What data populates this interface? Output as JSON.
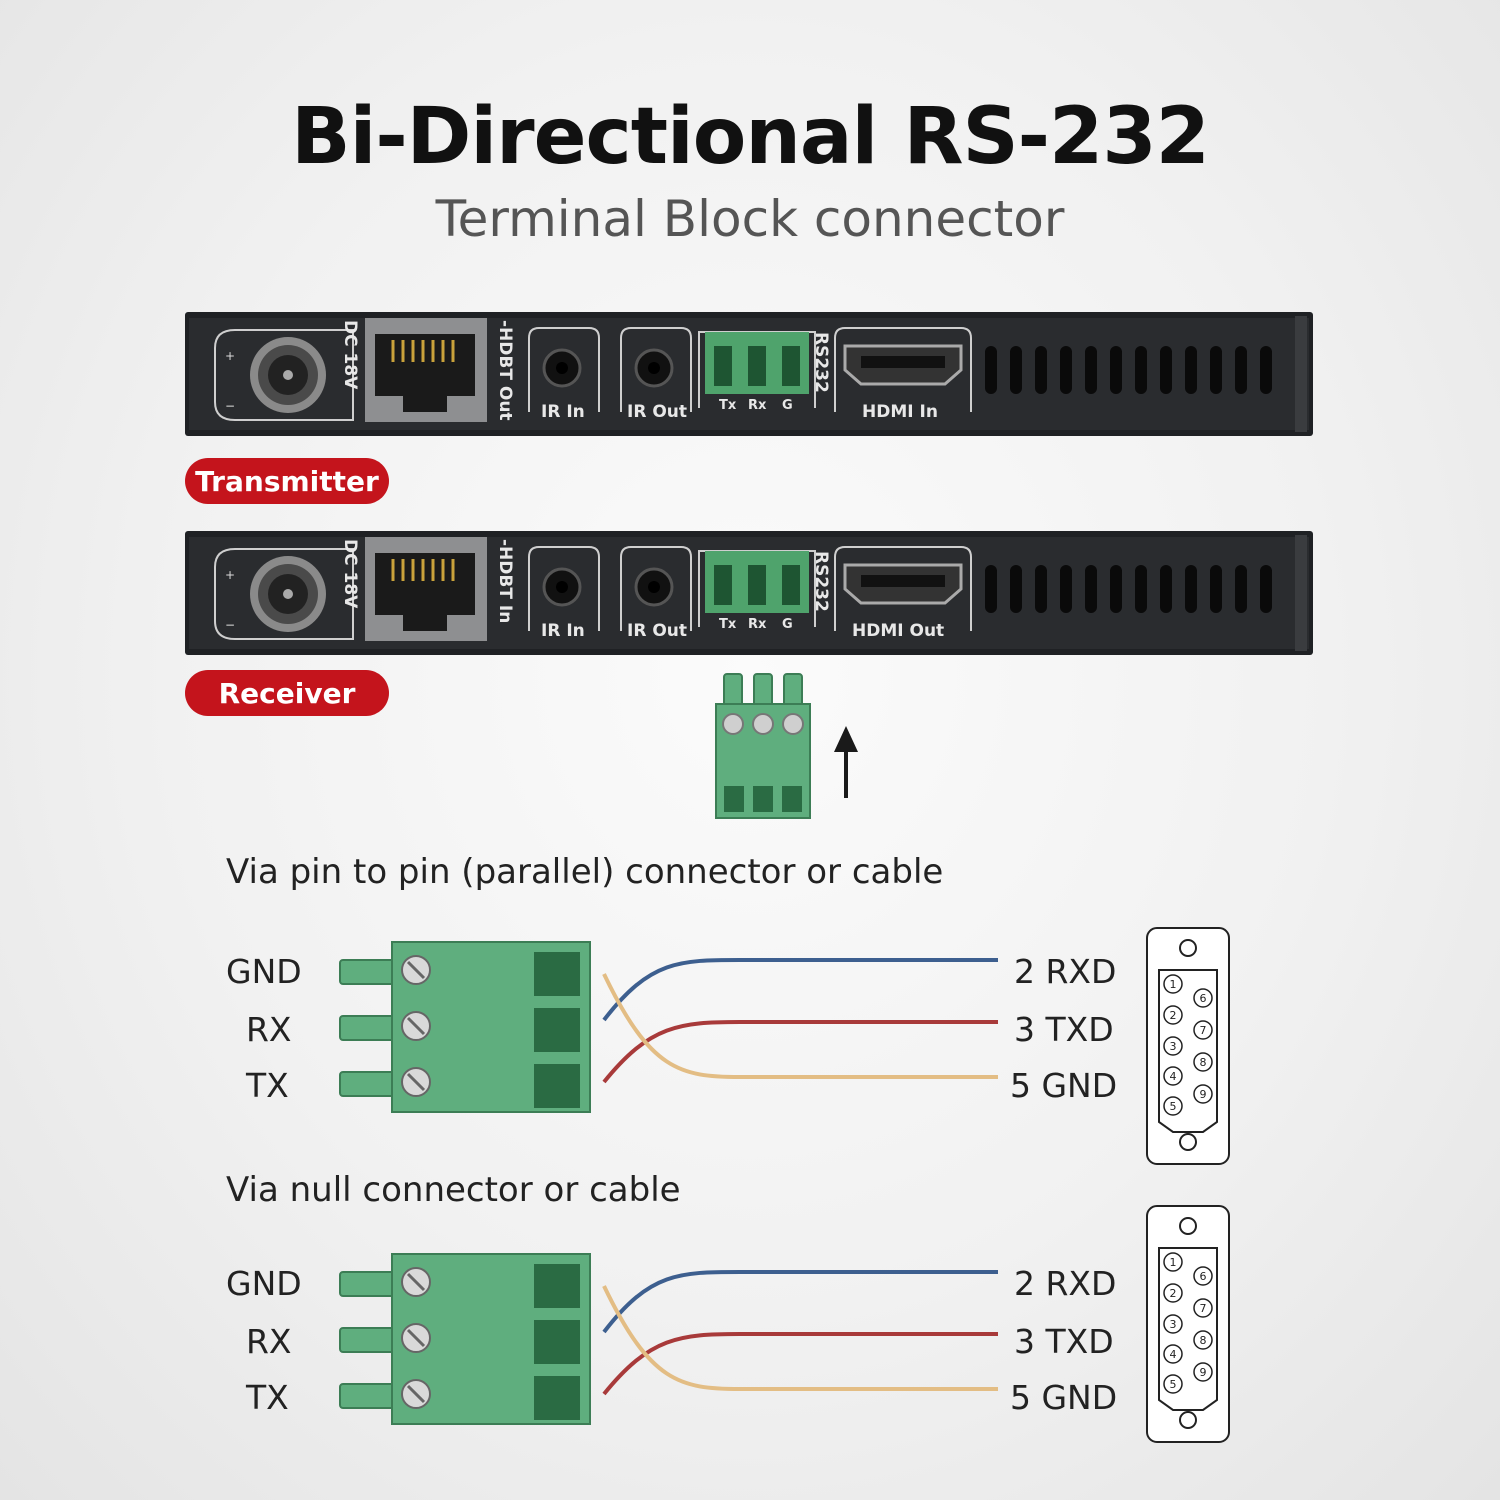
{
  "header": {
    "title": "Bi-Directional RS-232",
    "subtitle": "Terminal Block connector"
  },
  "transmitter": {
    "badge": "Transmitter",
    "power_label": "DC 18V",
    "lan_label": "-HDBT Out",
    "ir_in_label": "IR In",
    "ir_out_label": "IR Out",
    "rs232_label": "RS232",
    "pin_labels": [
      "Tx",
      "Rx",
      "G"
    ],
    "hdmi_label": "HDMI In"
  },
  "receiver": {
    "badge": "Receiver",
    "power_label": "DC 18V",
    "lan_label": "-HDBT In",
    "ir_in_label": "IR In",
    "ir_out_label": "IR Out",
    "rs232_label": "RS232",
    "pin_labels": [
      "Tx",
      "Rx",
      "G"
    ],
    "hdmi_label": "HDMI Out"
  },
  "wiring": {
    "parallel": {
      "title": "Via pin to pin (parallel) connector or cable",
      "terminal_pins": [
        "GND",
        "RX",
        "TX"
      ],
      "db9_pins": [
        "2 RXD",
        "3 TXD",
        "5 GND"
      ]
    },
    "null": {
      "title": "Via null connector or cable",
      "terminal_pins": [
        "GND",
        "RX",
        "TX"
      ],
      "db9_pins": [
        "2 RXD",
        "3 TXD",
        "5 GND"
      ]
    },
    "db9_pin_numbers": [
      "1",
      "2",
      "3",
      "4",
      "5",
      "6",
      "7",
      "8",
      "9"
    ],
    "wire_colors": {
      "blue": "#3d5f8f",
      "red": "#a83a3a",
      "tan": "#e3bd84"
    }
  },
  "colors": {
    "badge": "#c4141c",
    "terminal_green": "#5fae7e",
    "device": "#26282b"
  }
}
